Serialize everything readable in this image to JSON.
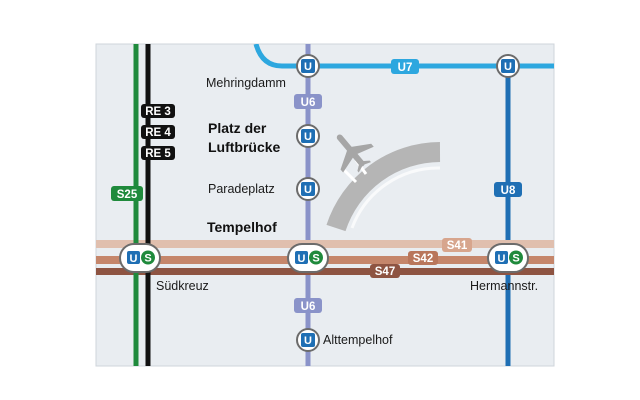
{
  "colors": {
    "background": "#e9edf1",
    "u6": "#8a93c9",
    "u7": "#2da7df",
    "u8": "#1f6fb4",
    "s25": "#1f8a3c",
    "regional": "#111111",
    "ring_light": "#e0bfae",
    "ring_mid": "#c5866b",
    "ring_dark": "#8e5442",
    "ubahn_symbol": "#1f6fb4",
    "sbahn_symbol": "#1f8a3c",
    "airport": "#a6a6a6"
  },
  "stations": {
    "mehringdamm": "Mehringdamm",
    "platz_der_luftbruecke_line1": "Platz der",
    "platz_der_luftbruecke_line2": "Luftbrücke",
    "paradeplatz": "Paradeplatz",
    "tempelhof": "Tempelhof",
    "suedkreuz": "Südkreuz",
    "hermannstr": "Hermannstr.",
    "alttempelhof": "Alttempelhof"
  },
  "lines": {
    "u6_upper": "U6",
    "u6_lower": "U6",
    "u7": "U7",
    "u8": "U8",
    "s25": "S25",
    "re3": "RE 3",
    "re4": "RE 4",
    "re5": "RE 5",
    "s41": "S41",
    "s42": "S42",
    "s47": "S47"
  },
  "symbols": {
    "ubahn": "U",
    "sbahn": "S"
  },
  "icons": {
    "airport": "plane-icon"
  }
}
